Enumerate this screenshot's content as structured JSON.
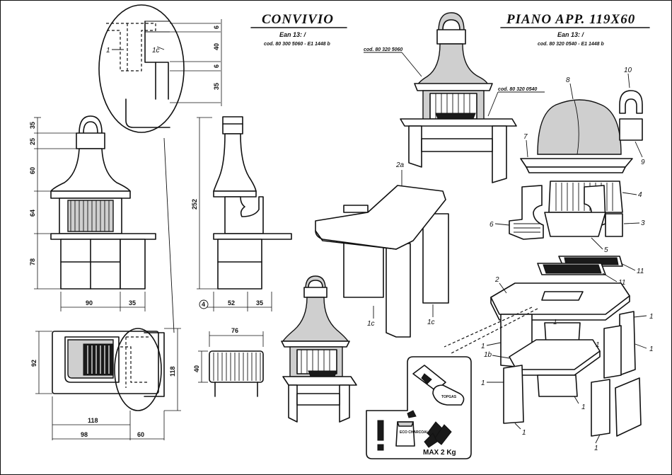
{
  "left_title": {
    "name": "CONVIVIO",
    "ean": "Ean 13:  /",
    "code": "cod. 80 300 5060 - E1 1448 b"
  },
  "right_title": {
    "name": "PIANO   APP. 119X60",
    "ean": "Ean 13:  /",
    "code": "cod. 80 320 0540 - E1 1448 b"
  },
  "codes": {
    "hood_code": "cod. 80 320 5060",
    "base_code": "cod. 80 320 0540"
  },
  "detail_labels": {
    "a": "1",
    "b": "1c"
  },
  "detail_dims": [
    "6",
    "40",
    "6",
    "35"
  ],
  "front_dims": {
    "heights": [
      "35",
      "25",
      "60",
      "64",
      "78"
    ],
    "widths": [
      "90",
      "35"
    ]
  },
  "side_dims": {
    "height": "252",
    "widths": [
      "52",
      "35"
    ],
    "marker": "4"
  },
  "plan_dims": {
    "depth": "92",
    "depth_right": "118",
    "w1": "118",
    "w2": "98",
    "w3": "60"
  },
  "grill_dims": {
    "width": "76",
    "height": "40"
  },
  "exploded_labels": {
    "top": "2a",
    "leg_a": "1c",
    "leg_b": "1c",
    "hood": "8",
    "cap": "10",
    "chimney": "9",
    "plate": "7",
    "back": "4",
    "side_r": "3",
    "side_l": "6",
    "floor": "5",
    "grill_a": "11",
    "grill_b": "11",
    "base_top": "2",
    "shelf": "1b",
    "blocks": [
      "1",
      "1",
      "1",
      "1",
      "1",
      "1",
      "1",
      "1",
      "1"
    ]
  },
  "notice": {
    "bag_text": "ECO\nCHARCOAL",
    "max_load": "MAX 2 Kg",
    "tool_text": "TOPGAS"
  }
}
